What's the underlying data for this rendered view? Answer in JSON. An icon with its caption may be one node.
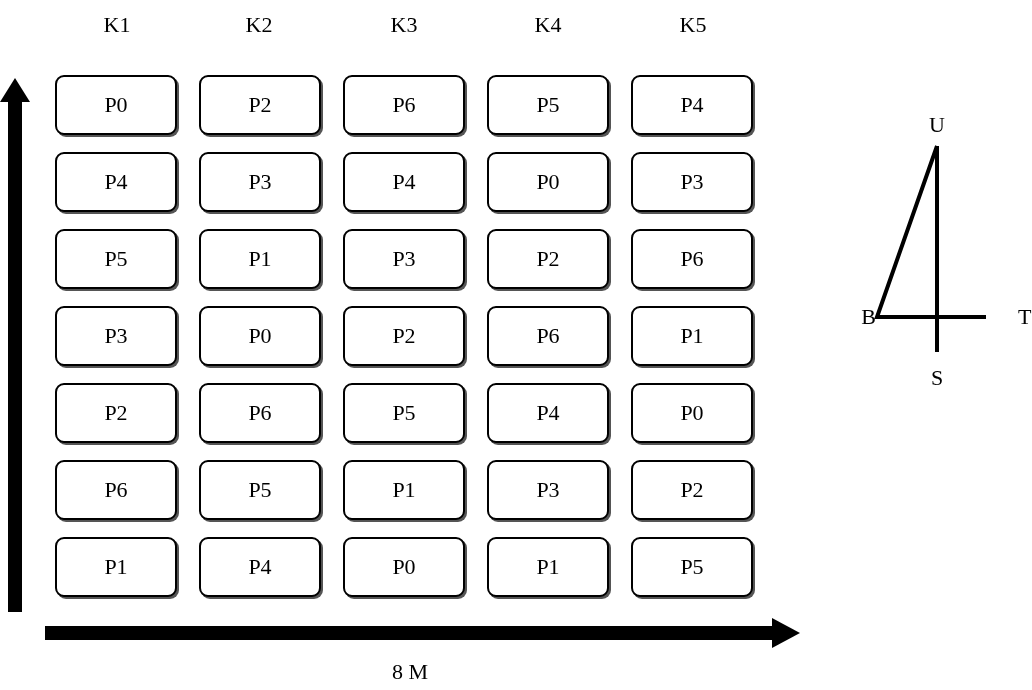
{
  "diagram": {
    "nodes": [
      {
        "text": [
          "P0"
        ]
      },
      {
        "text": [
          "P2"
        ]
      },
      {
        "text": [
          "P6"
        ]
      },
      {
        "text": [
          "P5"
        ]
      },
      {
        "text": [
          "P4"
        ]
      },
      {
        "text": [
          "P4"
        ]
      },
      {
        "text": [
          "P3"
        ]
      },
      {
        "text": [
          "P4"
        ]
      },
      {
        "text": [
          "P0"
        ]
      },
      {
        "text": [
          "P3"
        ]
      },
      {
        "text": [
          "P5"
        ]
      },
      {
        "text": [
          "P1"
        ]
      },
      {
        "text": [
          "P3"
        ]
      },
      {
        "text": [
          "P2"
        ]
      },
      {
        "text": [
          "P6"
        ]
      },
      {
        "text": [
          "P3"
        ]
      },
      {
        "text": [
          "P0"
        ]
      },
      {
        "text": [
          "P2"
        ]
      },
      {
        "text": [
          "P6"
        ]
      },
      {
        "text": [
          "P1"
        ]
      },
      {
        "text": [
          "P2"
        ]
      },
      {
        "text": [
          "P6"
        ]
      },
      {
        "text": [
          "P5"
        ]
      },
      {
        "text": [
          "P4"
        ]
      },
      {
        "text": [
          "P0"
        ]
      },
      {
        "text": [
          "P6"
        ]
      },
      {
        "text": [
          "P5"
        ]
      },
      {
        "text": [
          "P1"
        ]
      },
      {
        "text": [
          "P3"
        ]
      },
      {
        "text": [
          "P2"
        ]
      },
      {
        "text": [
          "P1"
        ]
      },
      {
        "text": [
          "P4"
        ]
      },
      {
        "text": [
          "P0"
        ]
      },
      {
        "text": [
          "P1"
        ]
      },
      {
        "text": [
          "P5"
        ]
      }
    ],
    "edges": [],
    "labels": [
      "K1",
      "K2",
      "K3",
      "K4",
      "K5",
      "U",
      "B",
      "T",
      "S",
      "8 M"
    ]
  }
}
